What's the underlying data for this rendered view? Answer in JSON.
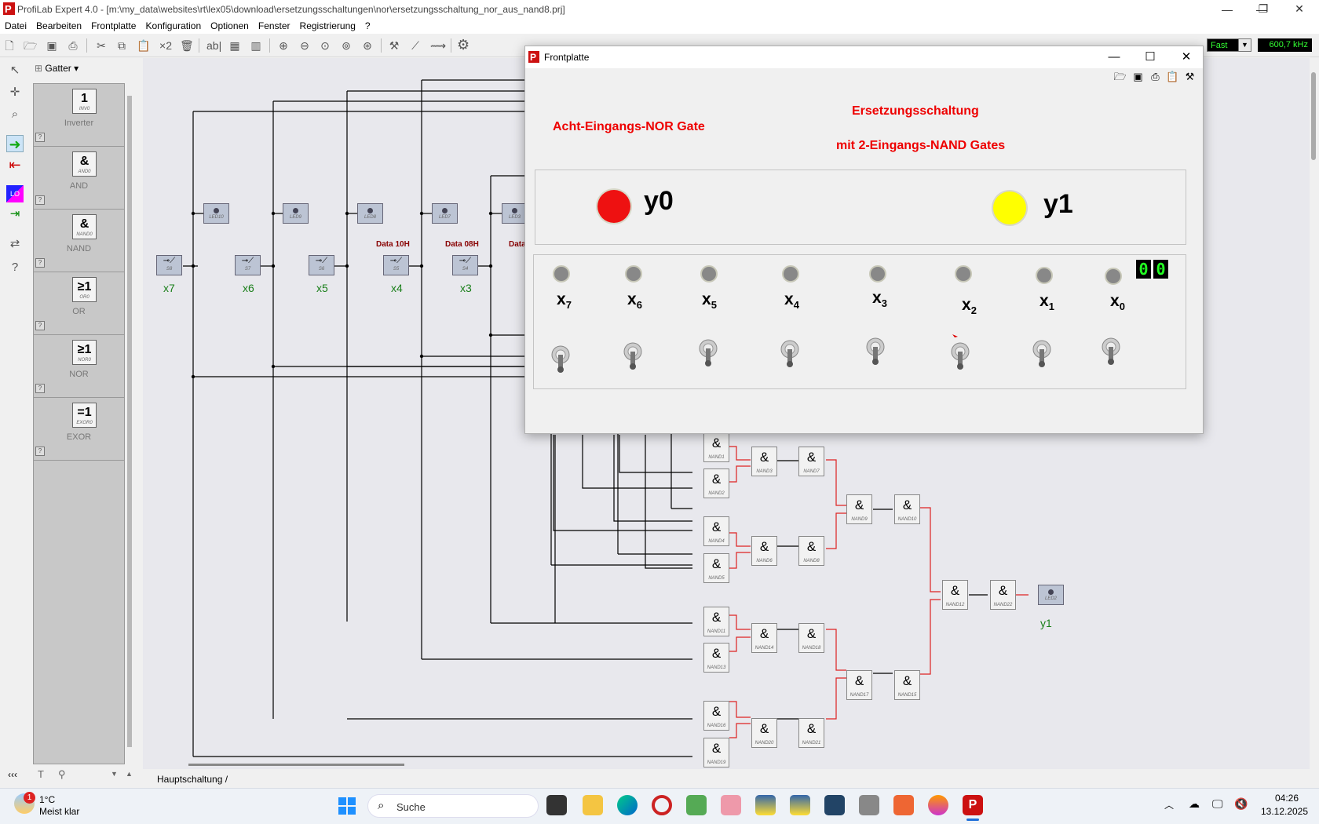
{
  "app": {
    "title": "ProfiLab Expert 4.0 - [m:\\my_data\\websites\\rt\\lex05\\download\\ersetzungsschaltungen\\nor\\ersetzungsschaltung_nor_aus_nand8.prj]"
  },
  "menu": [
    "Datei",
    "Bearbeiten",
    "Frontplatte",
    "Konfiguration",
    "Optionen",
    "Fenster",
    "Registrierung",
    "?"
  ],
  "toolbar": {
    "speed": "Fast",
    "frequency": "600,7 kHz"
  },
  "palette": {
    "title": "Gatter",
    "items": [
      {
        "symbol": "1",
        "sub": "INV0",
        "label": "Inverter"
      },
      {
        "symbol": "&",
        "sub": "AND0",
        "label": "AND"
      },
      {
        "symbol": "&",
        "sub": "NAND0",
        "label": "NAND"
      },
      {
        "symbol": "≥1",
        "sub": "OR0",
        "label": "OR"
      },
      {
        "symbol": "≥1",
        "sub": "NOR0",
        "label": "NOR"
      },
      {
        "symbol": "=1",
        "sub": "EXOR0",
        "label": "EXOR"
      }
    ]
  },
  "schematic": {
    "switches": [
      {
        "id": "S8",
        "label": "x7"
      },
      {
        "id": "S7",
        "label": "x6"
      },
      {
        "id": "S6",
        "label": "x5"
      },
      {
        "id": "S5",
        "label": "x4"
      },
      {
        "id": "S4",
        "label": "x3"
      }
    ],
    "leds": [
      "LED10",
      "LED9",
      "LED8",
      "LED7",
      "LED3"
    ],
    "data_labels": [
      "Data 10H",
      "Data 08H",
      "Data"
    ],
    "gate_symbol": "&",
    "gates": [
      "NAND1",
      "NAND2",
      "NAND3",
      "NAND7",
      "NAND4",
      "NAND5",
      "NAND6",
      "NAND8",
      "NAND9",
      "NAND10",
      "NAND11",
      "NAND13",
      "NAND14",
      "NAND18",
      "NAND12",
      "NAND22",
      "NAND17",
      "NAND15",
      "NAND16",
      "NAND19",
      "NAND20",
      "NAND21"
    ],
    "output_led": "LED2",
    "output_label": "y1",
    "tab": "Hauptschaltung"
  },
  "front": {
    "title": "Frontplatte",
    "heading_left": "Acht-Eingangs-NOR Gate",
    "heading_right_1": "Ersetzungsschaltung",
    "heading_right_2": "mit 2-Eingangs-NAND Gates",
    "outputs": [
      {
        "name": "y0",
        "color": "#ee1111"
      },
      {
        "name": "y1",
        "color": "#ffff00"
      }
    ],
    "inputs": [
      {
        "base": "x",
        "sub": "7"
      },
      {
        "base": "x",
        "sub": "6"
      },
      {
        "base": "x",
        "sub": "5"
      },
      {
        "base": "x",
        "sub": "4"
      },
      {
        "base": "x",
        "sub": "3"
      },
      {
        "base": "x",
        "sub": "2"
      },
      {
        "base": "x",
        "sub": "1"
      },
      {
        "base": "x",
        "sub": "0"
      }
    ],
    "display": [
      "0",
      "0"
    ]
  },
  "taskbar": {
    "temperature": "1°C",
    "weather": "Meist klar",
    "badge": "1",
    "search_placeholder": "Suche",
    "time": "04:26",
    "date": "13.12.2025"
  }
}
